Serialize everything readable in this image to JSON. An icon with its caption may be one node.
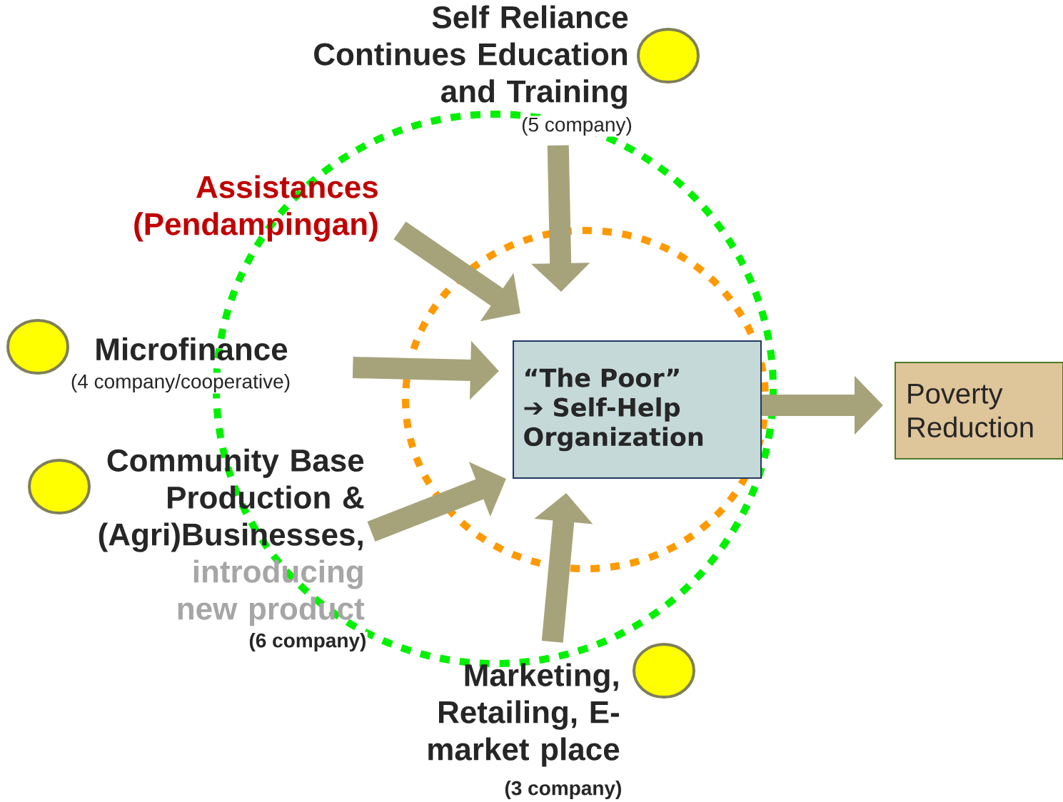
{
  "diagram": {
    "nodes": [
      {
        "text": [
          "Self Reliance Continues Education and Training"
        ],
        "beside": [
          "(5 company)"
        ]
      },
      {
        "text": [
          "Assistances (Pendampingan)"
        ]
      },
      {
        "text": [
          "Microfinance"
        ],
        "beside": [
          "(4 company/cooperative)"
        ]
      },
      {
        "text": [
          "Community Base Production & (Agri)Businesses,",
          "introducing new product"
        ],
        "beside": [
          "(6 company)"
        ]
      },
      {
        "text": [
          "“The Poor” ➔ Self-Help Organization"
        ]
      },
      {
        "text": [
          "Marketing, Retailing, E-market place"
        ],
        "beside": [
          "(3 company)"
        ]
      },
      {
        "text": [
          "Poverty Reduction"
        ]
      },
      {
        "text": [],
        "shape": "circle"
      },
      {
        "text": [],
        "shape": "circle"
      },
      {
        "text": [],
        "shape": "circle"
      },
      {
        "text": [],
        "shape": "circle"
      }
    ],
    "edges": [
      {
        "from": 0,
        "to": 4,
        "arrow": "to"
      },
      {
        "from": 1,
        "to": 4,
        "arrow": "to"
      },
      {
        "from": 2,
        "to": 4,
        "arrow": "to"
      },
      {
        "from": 3,
        "to": 4,
        "arrow": "to"
      },
      {
        "from": 5,
        "to": 4,
        "arrow": "to"
      },
      {
        "from": 4,
        "to": 6,
        "arrow": "to"
      }
    ]
  }
}
